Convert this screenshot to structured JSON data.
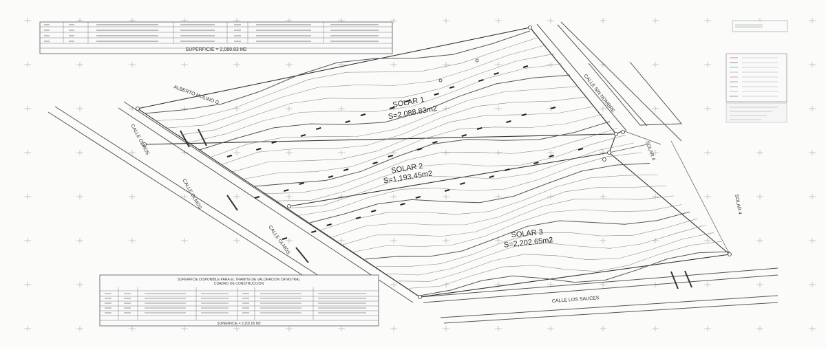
{
  "colors": {
    "paper": "#fbfbf9",
    "ink": "#2b2b2b",
    "contour": "#8a8a8a",
    "grid": "#b8b8b8"
  },
  "solars": [
    {
      "name": "SOLAR 1",
      "area": "S=2,088.83m2"
    },
    {
      "name": "SOLAR 2",
      "area": "S=1,193.45m2"
    },
    {
      "name": "SOLAR 3",
      "area": "S=2,202.65m2"
    }
  ],
  "streets": {
    "calle_olmos_1": "CALLE OLMOS",
    "calle_olmos_2": "CALLE OLMOS",
    "calle_olmos_3": "CALLE OLMOS",
    "calle_sin_nombre": "CALLE SIN NOMBRE",
    "calle_los_sauces": "CALLE LOS SAUCES",
    "solar_right_1": "SOLAR 4",
    "solar_right_2": "SOLAR 4"
  },
  "owner_label": "ALBERTO MOLINO G",
  "top_table": {
    "surface": "SUPERFICIE = 2,088.83 M2"
  },
  "bottom_table": {
    "title_line1": "SUPERFICIE DISPONIBLE PARA EL TRAMITE DE VALORACION CATASTRAL",
    "title_line2": "CUADRO DE CONSTRUCCION",
    "surface": "SUPERFICIE = 2,202.65 M2"
  }
}
